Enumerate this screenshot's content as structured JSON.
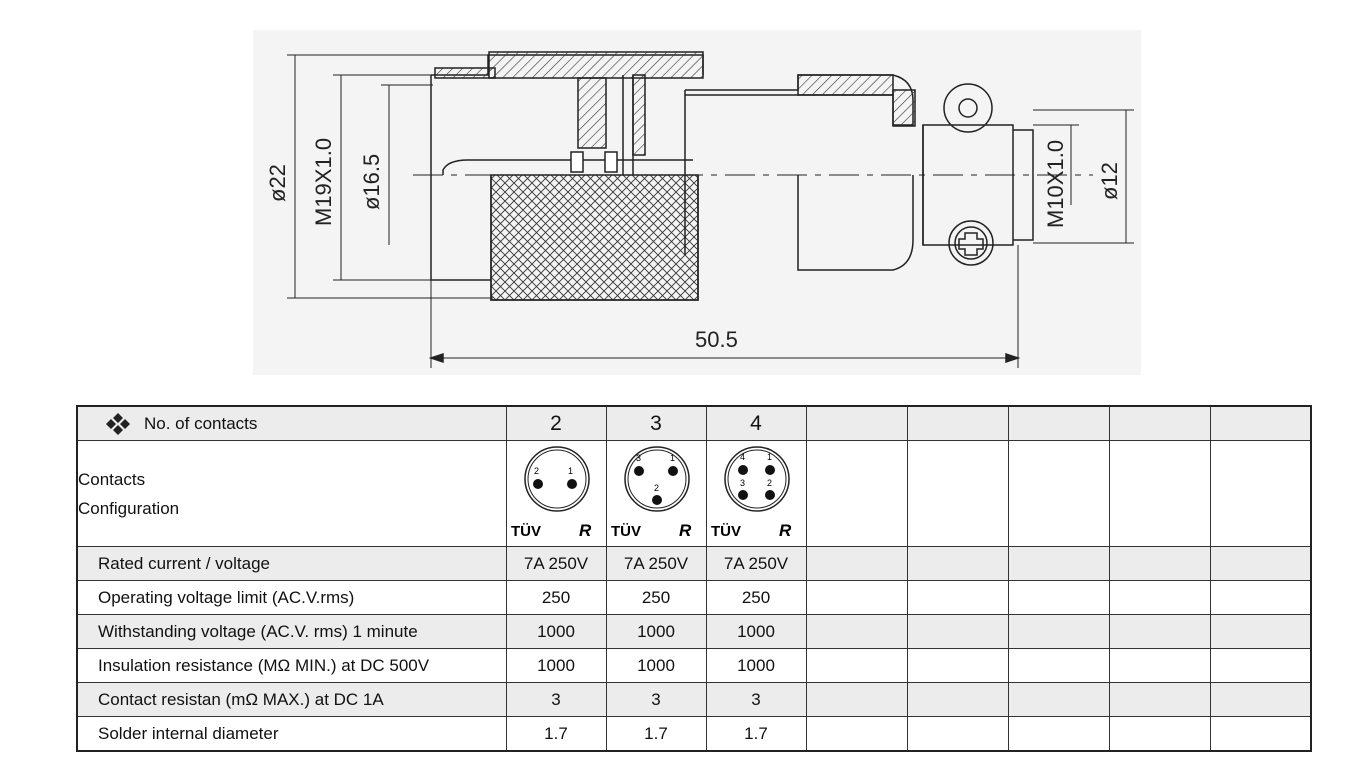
{
  "drawing": {
    "dimensions": {
      "outer_diameter": "ø22",
      "thread_front": "M19X1.0",
      "inner_diameter": "ø16.5",
      "thread_rear": "M10X1.0",
      "cable_diameter": "ø12",
      "length": "50.5"
    }
  },
  "table": {
    "header": {
      "label": "No. of contacts",
      "columns": [
        "2",
        "3",
        "4",
        "",
        "",
        "",
        "",
        ""
      ]
    },
    "configuration": {
      "label_line1": "Contacts",
      "label_line2": "Configuration",
      "pin_layouts": [
        {
          "pins": [
            "2",
            "1"
          ]
        },
        {
          "pins": [
            "3",
            "1",
            "2"
          ]
        },
        {
          "pins": [
            "4",
            "1",
            "3",
            "2"
          ]
        }
      ],
      "cert_marks": {
        "tuv": "TÜV",
        "ul": "R"
      }
    },
    "rows": [
      {
        "label": "Rated current / voltage",
        "values": [
          "7A 250V",
          "7A 250V",
          "7A 250V",
          "",
          "",
          "",
          "",
          ""
        ]
      },
      {
        "label": "Operating voltage limit (AC.V.rms)",
        "values": [
          "250",
          "250",
          "250",
          "",
          "",
          "",
          "",
          ""
        ]
      },
      {
        "label": "Withstanding voltage (AC.V. rms) 1 minute",
        "values": [
          "1000",
          "1000",
          "1000",
          "",
          "",
          "",
          "",
          ""
        ]
      },
      {
        "label": "Insulation resistance (MΩ MIN.) at DC 500V",
        "values": [
          "1000",
          "1000",
          "1000",
          "",
          "",
          "",
          "",
          ""
        ]
      },
      {
        "label": "Contact resistan (mΩ MAX.) at DC 1A",
        "values": [
          "3",
          "3",
          "3",
          "",
          "",
          "",
          "",
          ""
        ]
      },
      {
        "label": "Solder internal diameter",
        "values": [
          "1.7",
          "1.7",
          "1.7",
          "",
          "",
          "",
          "",
          ""
        ]
      }
    ]
  }
}
